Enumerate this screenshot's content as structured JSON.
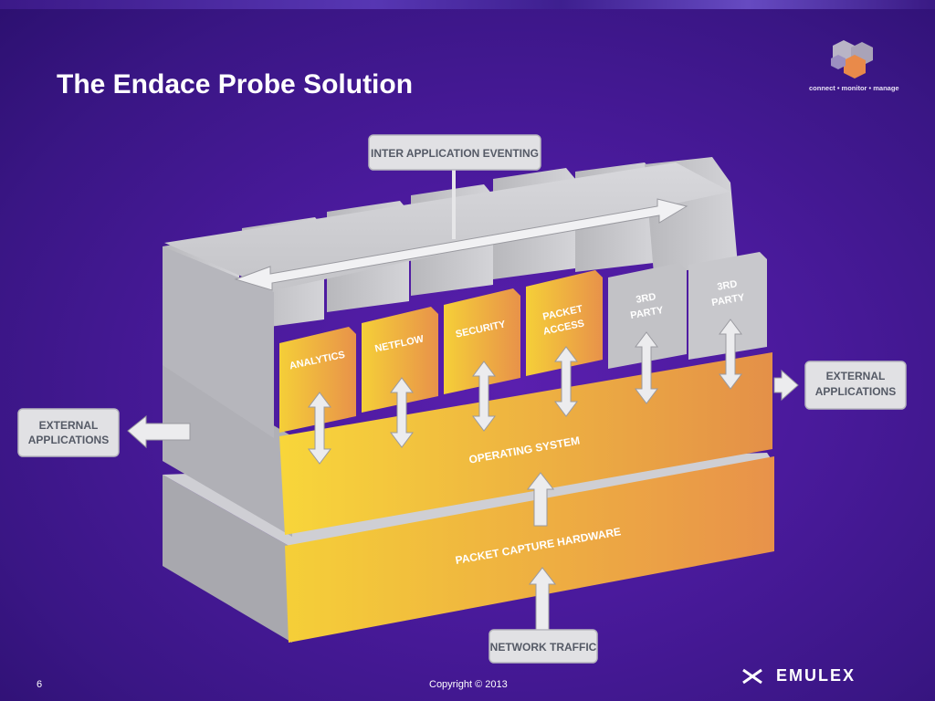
{
  "slide": {
    "title": "The Endace Probe Solution",
    "page_number": "6",
    "copyright": "Copyright © 2013",
    "tagline": "connect • monitor • manage",
    "brand": "EMULEX"
  },
  "diagram": {
    "top_label": "INTER APPLICATION EVENTING",
    "bottom_label": "NETWORK TRAFFIC",
    "left_label": [
      "EXTERNAL",
      "APPLICATIONS"
    ],
    "right_label": [
      "EXTERNAL",
      "APPLICATIONS"
    ],
    "modules": {
      "analytics": "ANALYTICS",
      "netflow": "NETFLOW",
      "security": "SECURITY",
      "packet_access": [
        "PACKET",
        "ACCESS"
      ],
      "third_party_1": [
        "3RD",
        "PARTY"
      ],
      "third_party_2": [
        "3RD",
        "PARTY"
      ]
    },
    "layers": {
      "os": "OPERATING SYSTEM",
      "hardware": "PACKET CAPTURE HARDWARE"
    }
  },
  "colors": {
    "background": "#4a1a9c",
    "orange_start": "#f5cf38",
    "orange_end": "#e8924a",
    "gray_block": "#c9c9cc",
    "arrow_fill": "#e6e6e8"
  }
}
